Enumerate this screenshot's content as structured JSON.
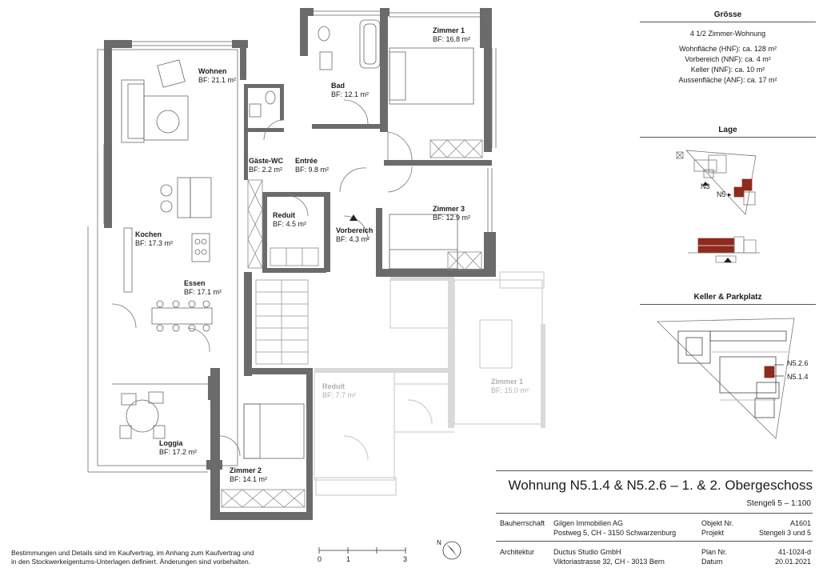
{
  "rooms": {
    "wohnen": {
      "name": "Wohnen",
      "area": "BF: 21.1 m²"
    },
    "bad": {
      "name": "Bad",
      "area": "BF: 12.1 m²"
    },
    "zimmer1": {
      "name": "Zimmer 1",
      "area": "BF: 16.8 m²"
    },
    "gaeste_wc": {
      "name": "Gäste-WC",
      "area": "BF: 2.2 m²"
    },
    "entree": {
      "name": "Entrée",
      "area": "BF: 9.8 m²"
    },
    "zimmer3": {
      "name": "Zimmer 3",
      "area": "BF: 12.9 m²"
    },
    "reduit": {
      "name": "Reduit",
      "area": "BF: 4.5 m²"
    },
    "vorbereich": {
      "name": "Vorbereich",
      "area": "BF: 4.3 m²"
    },
    "kochen": {
      "name": "Kochen",
      "area": "BF: 17.3 m²"
    },
    "essen": {
      "name": "Essen",
      "area": "BF: 17.1 m²"
    },
    "loggia": {
      "name": "Loggia",
      "area": "BF: 17.2 m²"
    },
    "zimmer2": {
      "name": "Zimmer 2",
      "area": "BF: 14.1 m²"
    },
    "reduit_ghost": {
      "name": "Reduit",
      "area": "BF: 7.7 m²"
    },
    "zimmer1_ghost": {
      "name": "Zimmer 1",
      "area": "BF: 15.0 m²"
    }
  },
  "groesse": {
    "title": "Grösse",
    "type": "4 1/2 Zimmer-Wohnung",
    "lines": [
      "Wohnfläche (HNF): ca. 128 m²",
      "Vorbereich (NNF): ca. 4 m²",
      "Keller (NNF): ca. 10 m²",
      "Aussenfläche (ANF): ca. 17 m²"
    ]
  },
  "lage": {
    "title": "Lage",
    "label_n3": "N3",
    "label_n5": "N5 ▸"
  },
  "keller": {
    "title": "Keller & Parkplatz",
    "label_a": "N5.2.6",
    "label_b": "N5.1.4"
  },
  "titleblock": {
    "title": "Wohnung N5.1.4 & N5.2.6 – 1. & 2. Obergeschoss",
    "subtitle": "Stengeli 5 – 1:100",
    "bauherrschaft_label": "Bauherrschaft",
    "bauherrschaft_name": "Gilgen Immobilien AG",
    "bauherrschaft_addr": "Postweg 5, CH - 3150 Schwarzenburg",
    "objekt_label": "Objekt Nr.",
    "objekt_value": "A1601",
    "projekt_label": "Projekt",
    "projekt_value": "Stengeli 3 und 5",
    "architektur_label": "Architektur",
    "architektur_name": "Ductus Studio GmbH",
    "architektur_addr": "Viktoriastrasse 32, CH - 3013 Bern",
    "plan_label": "Plan Nr.",
    "plan_value": "41-1024-d",
    "datum_label": "Datum",
    "datum_value": "20.01.2021"
  },
  "disclaimer": {
    "line1": "Bestimmungen und Details sind im Kaufvertrag, im Anhang zum Kaufvertrag und",
    "line2": "in den Stockwerkeigentums-Unterlagen definiert. Änderungen sind vorbehalten."
  },
  "scale": {
    "t0": "0",
    "t1": "1",
    "t3": "3"
  },
  "north": {
    "label": "N"
  },
  "colors": {
    "wall": "#6b6b6b",
    "accent": "#8e2a1e",
    "ghost": "#cfcfcf"
  }
}
